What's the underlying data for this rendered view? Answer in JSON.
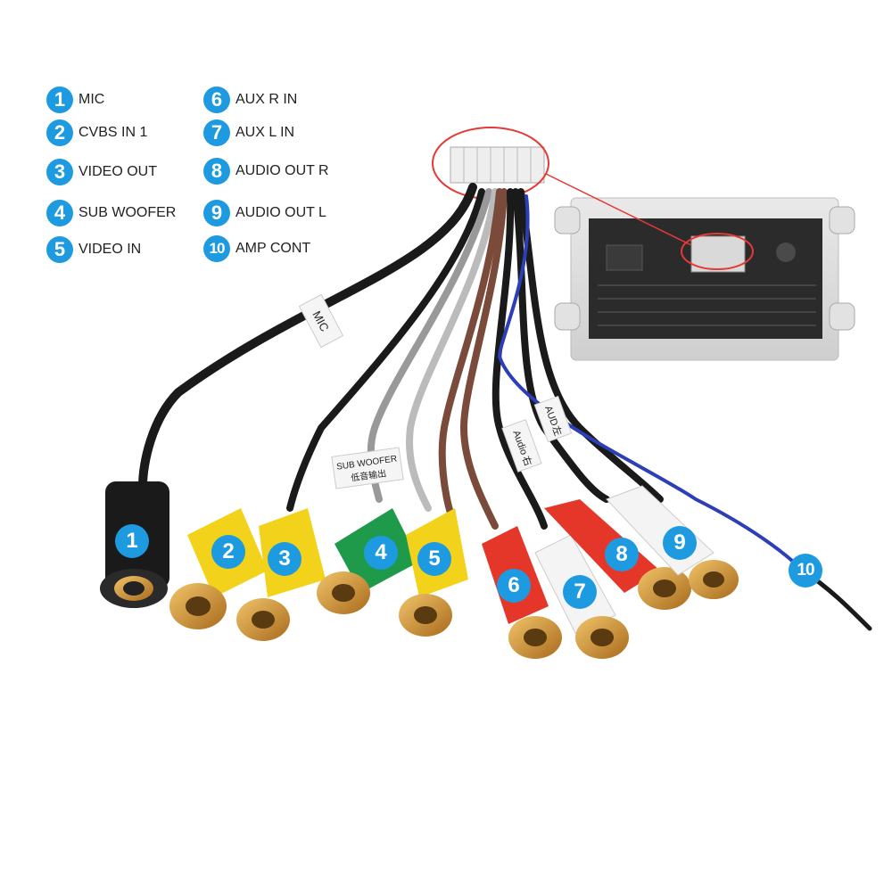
{
  "legend": [
    {
      "num": "1",
      "label": "MIC"
    },
    {
      "num": "2",
      "label": "CVBS IN 1"
    },
    {
      "num": "3",
      "label": "VIDEO OUT"
    },
    {
      "num": "4",
      "label": "SUB WOOFER"
    },
    {
      "num": "5",
      "label": "VIDEO IN"
    },
    {
      "num": "6",
      "label": "AUX R IN"
    },
    {
      "num": "7",
      "label": "AUX L IN"
    },
    {
      "num": "8",
      "label": "AUDIO OUT R"
    },
    {
      "num": "9",
      "label": "AUDIO OUT L"
    },
    {
      "num": "10",
      "label": "AMP CONT"
    }
  ],
  "cable_tags": {
    "mic": "MIC",
    "sub_woofer": "SUB WOOFER",
    "sub_woofer_cn": "低音输出",
    "audio": "Audio",
    "audio_cn": "右",
    "aud": "AUD",
    "aud_cn": "左"
  },
  "colors": {
    "badge": "#1e9be0",
    "highlight_circle": "#e53935",
    "yellow_plug": "#f2d21a",
    "green_plug": "#1f9a4a",
    "red_plug": "#e4372a",
    "white_plug": "#f4f4f4",
    "black_jack": "#1a1a1a"
  }
}
